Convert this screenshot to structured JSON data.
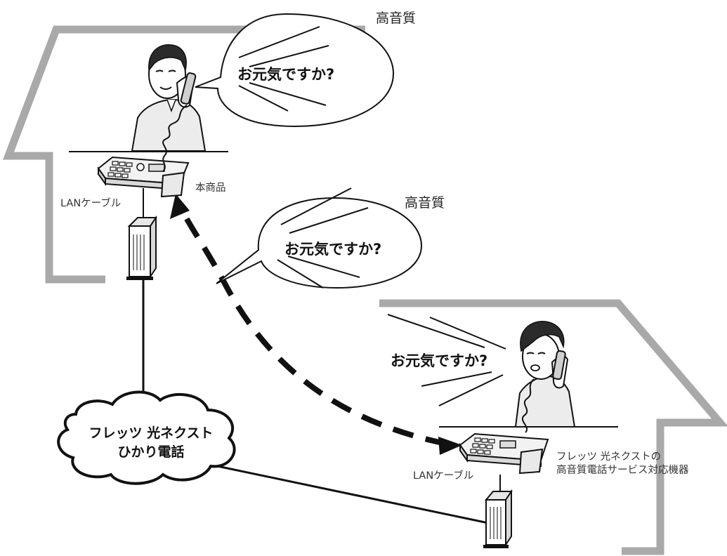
{
  "labels": {
    "top_quality": "高音質",
    "mid_quality": "高音質",
    "top_speech": "お元気ですか?",
    "mid_speech": "お元気ですか?",
    "right_speech": "お元気ですか?",
    "this_product": "本商品",
    "lan_cable_left": "LANケーブル",
    "lan_cable_right": "LANケーブル",
    "cloud_line1": "フレッツ 光ネクスト",
    "cloud_line2": "ひかり電話",
    "device_line1": "フレッツ 光ネクストの",
    "device_line2": "高音質電話サービス対応機器"
  },
  "colors": {
    "house_outline": "#a9a9a9",
    "line": "#111111",
    "fill_light": "#f2f2f2"
  }
}
